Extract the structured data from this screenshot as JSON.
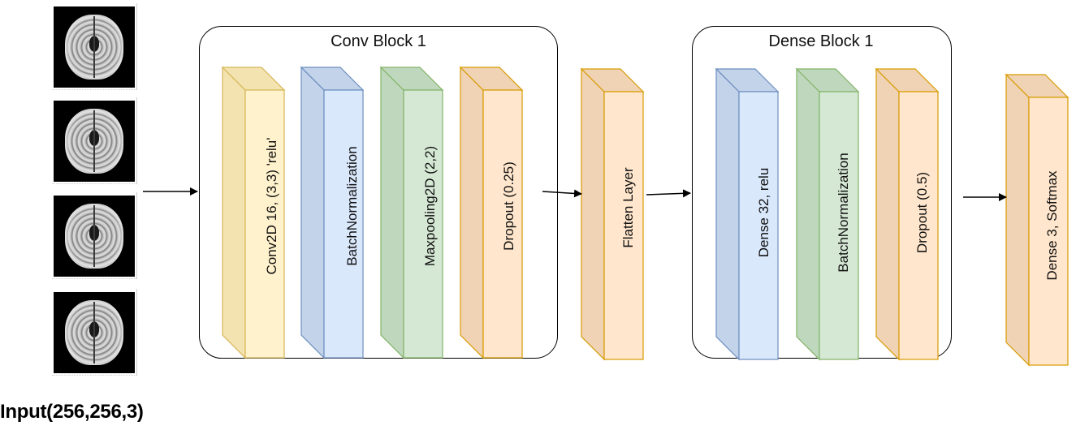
{
  "input": {
    "label": "Input(256,256,3)",
    "image_count": 4
  },
  "blocks": [
    {
      "title": "Conv Block 1"
    },
    {
      "title": "Dense Block 1"
    }
  ],
  "layers": [
    {
      "label": "Conv2D 16, (3,3) 'relu'",
      "fill": "#fff2cc",
      "side": "#f3e3b0",
      "stroke": "#d6b656"
    },
    {
      "label": "BatchNormalization",
      "fill": "#dae8fc",
      "side": "#c3d3ea",
      "stroke": "#6c8ebf"
    },
    {
      "label": "Maxpooling2D (2,2)",
      "fill": "#d5e8d4",
      "side": "#bfd8bd",
      "stroke": "#82b366"
    },
    {
      "label": "Dropout (0.25)",
      "fill": "#ffe6cc",
      "side": "#f0d2b5",
      "stroke": "#d79b00"
    },
    {
      "label": "Flatten Layer",
      "fill": "#ffe6cc",
      "side": "#f0d2b5",
      "stroke": "#d79b00"
    },
    {
      "label": "Dense 32, relu",
      "fill": "#dae8fc",
      "side": "#c3d3ea",
      "stroke": "#6c8ebf"
    },
    {
      "label": "BatchNormalization",
      "fill": "#d5e8d4",
      "side": "#bfd8bd",
      "stroke": "#82b366"
    },
    {
      "label": "Dropout (0.5)",
      "fill": "#ffe6cc",
      "side": "#f0d2b5",
      "stroke": "#d79b00"
    },
    {
      "label": "Dense 3, Softmax",
      "fill": "#ffe6cc",
      "side": "#f0d2b5",
      "stroke": "#d79b00"
    }
  ]
}
